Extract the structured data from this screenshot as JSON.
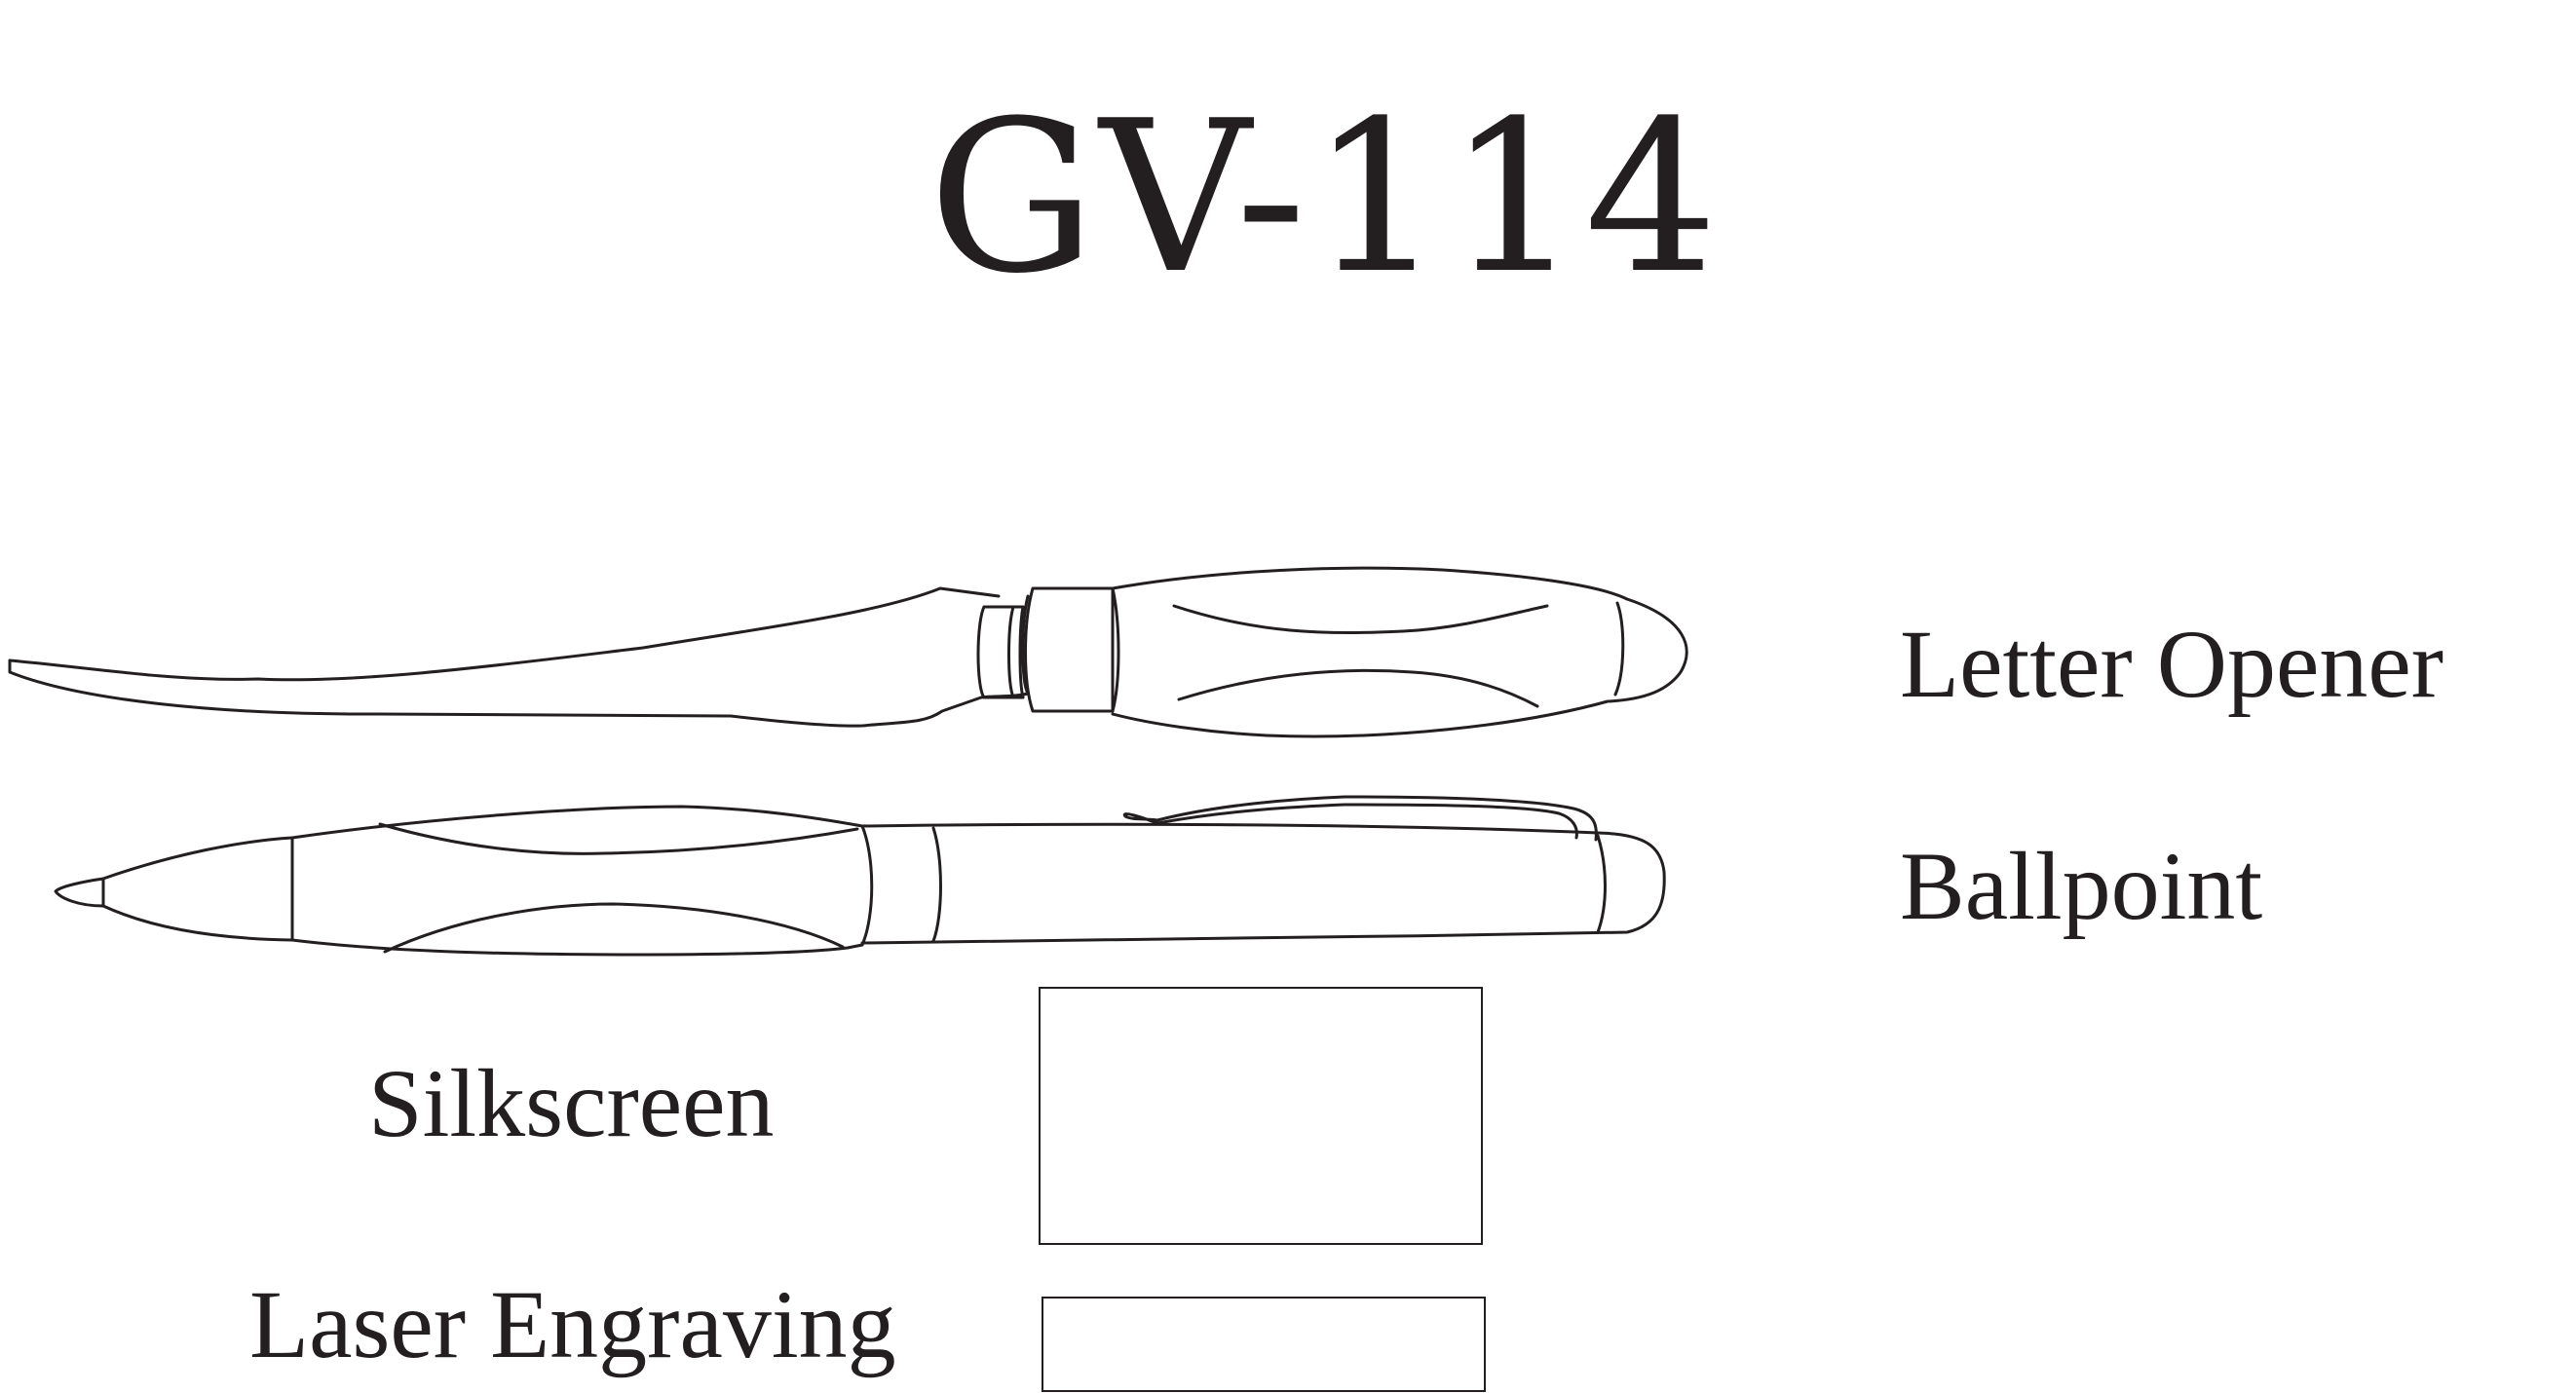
{
  "title": "GV-114",
  "products": {
    "letter_opener": "Letter Opener",
    "ballpoint": "Ballpoint"
  },
  "imprint": {
    "silkscreen": "Silkscreen",
    "laser_engraving": "Laser Engraving"
  },
  "colors": {
    "line": "#231f20",
    "background": "#ffffff"
  }
}
